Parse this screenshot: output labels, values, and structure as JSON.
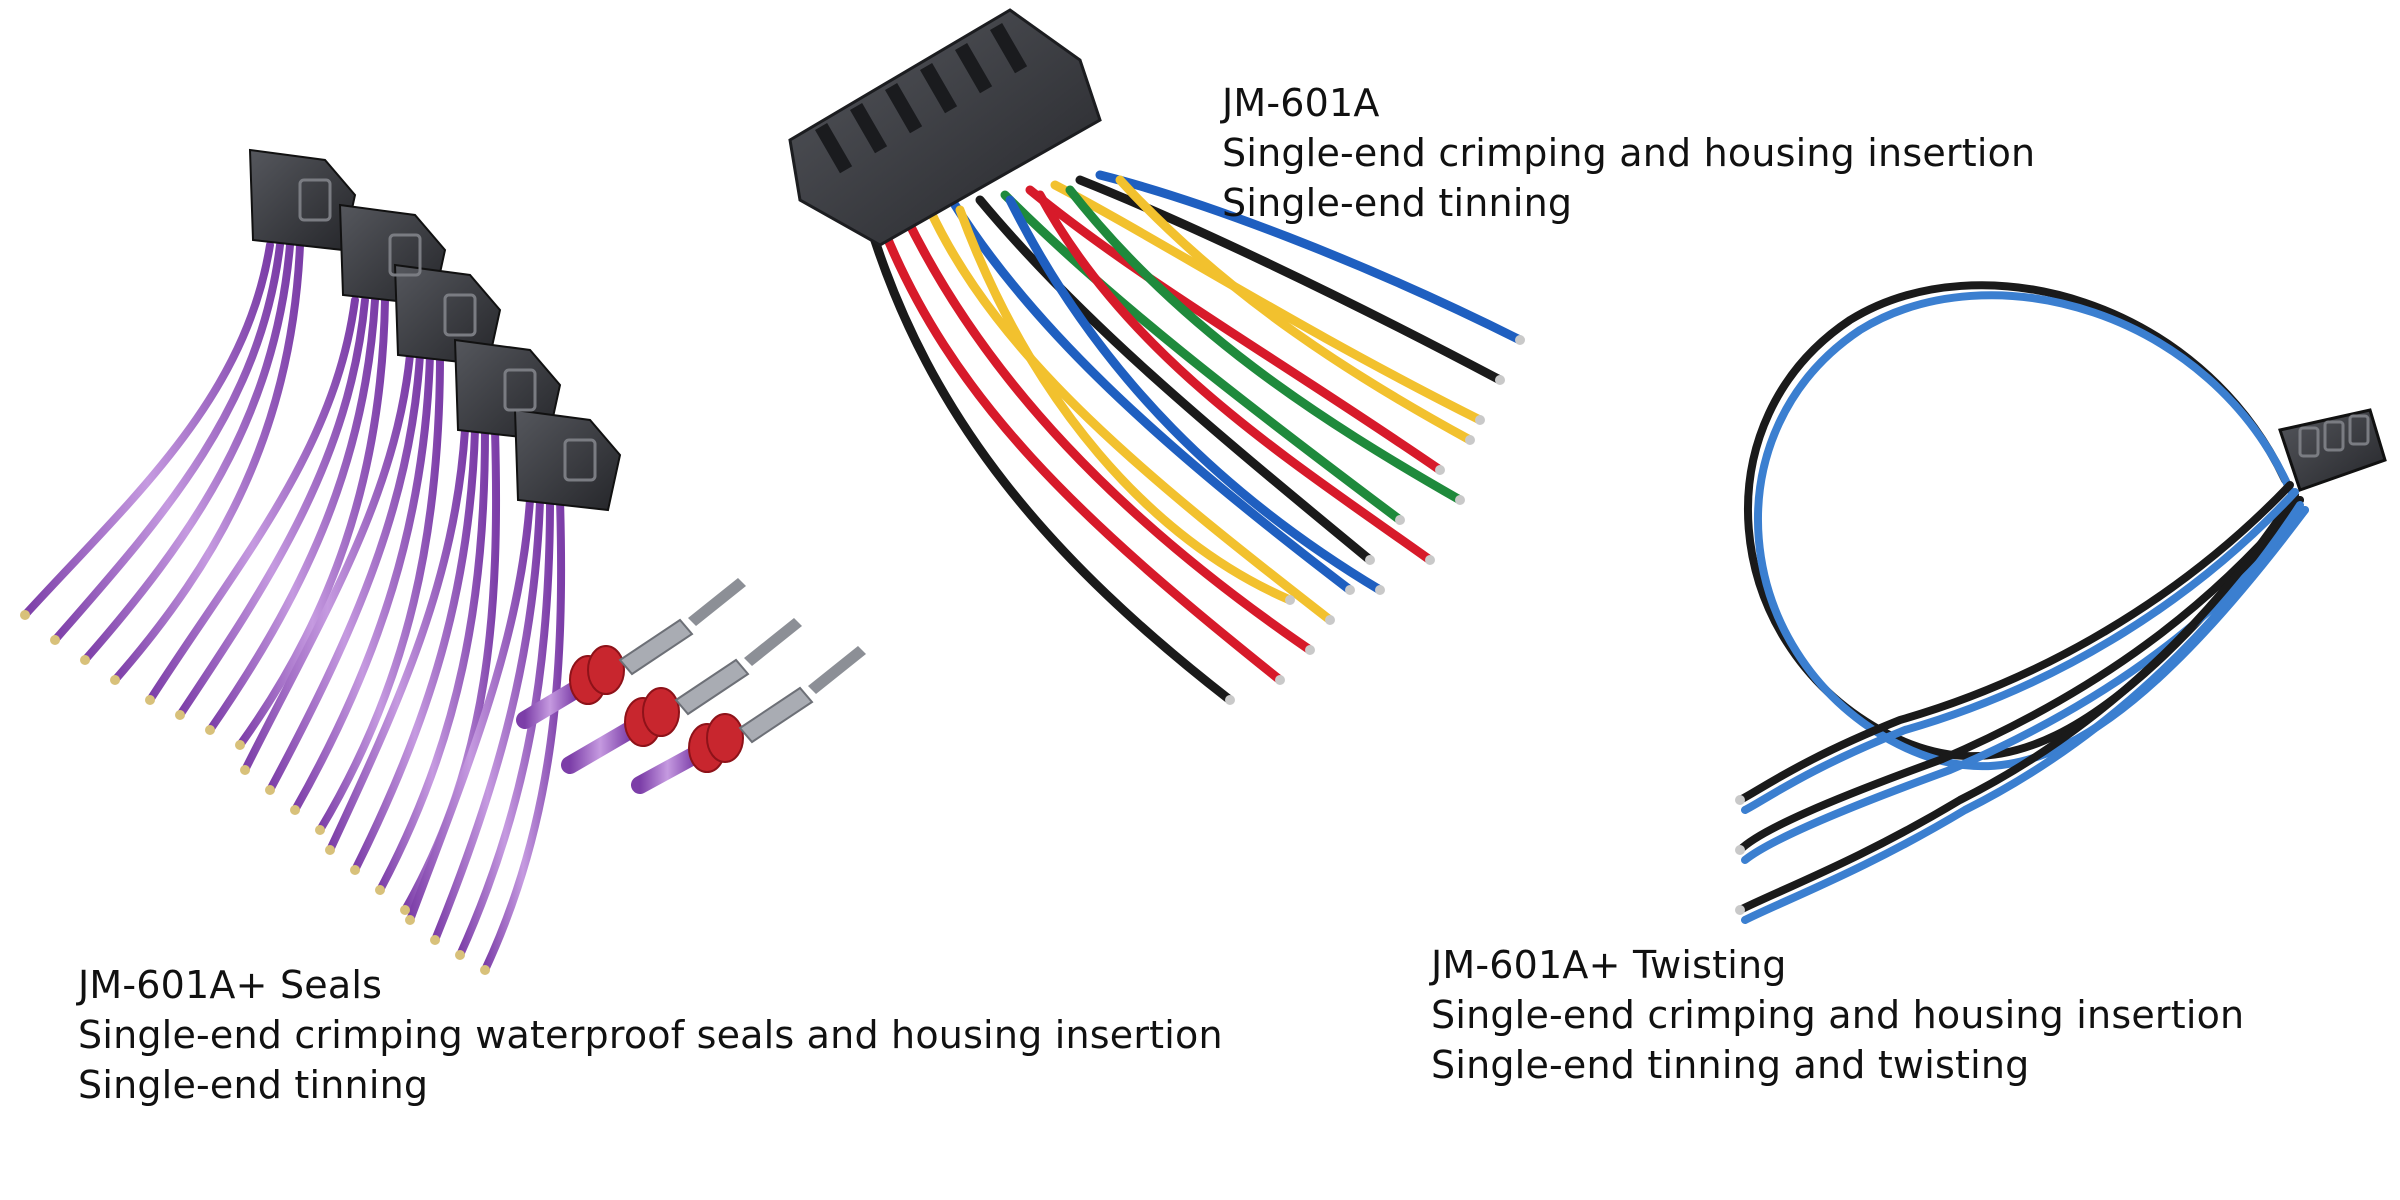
{
  "products": [
    {
      "model": "JM-601A+ Seals",
      "lines": [
        "Single-end crimping waterproof seals and housing insertion",
        "Single-end tinning"
      ],
      "wire_color": "#9a5bbd",
      "housing_color": "#1f1f24"
    },
    {
      "model": "JM-601A",
      "lines": [
        "Single-end crimping and housing insertion",
        "Single-end tinning"
      ],
      "wire_colors": [
        "#d71a2a",
        "#f2c12e",
        "#1f5fc0",
        "#1a1a1a",
        "#1f8a3c"
      ],
      "housing_color": "#3b3d42"
    },
    {
      "model": "JM-601A+ Twisting",
      "lines": [
        "Single-end crimping and housing insertion",
        "Single-end tinning and twisting"
      ],
      "wire_colors": [
        "#1a1a1a",
        "#3b7fd0"
      ],
      "housing_color": "#1f1f24"
    }
  ],
  "seal_color": "#c8262e"
}
